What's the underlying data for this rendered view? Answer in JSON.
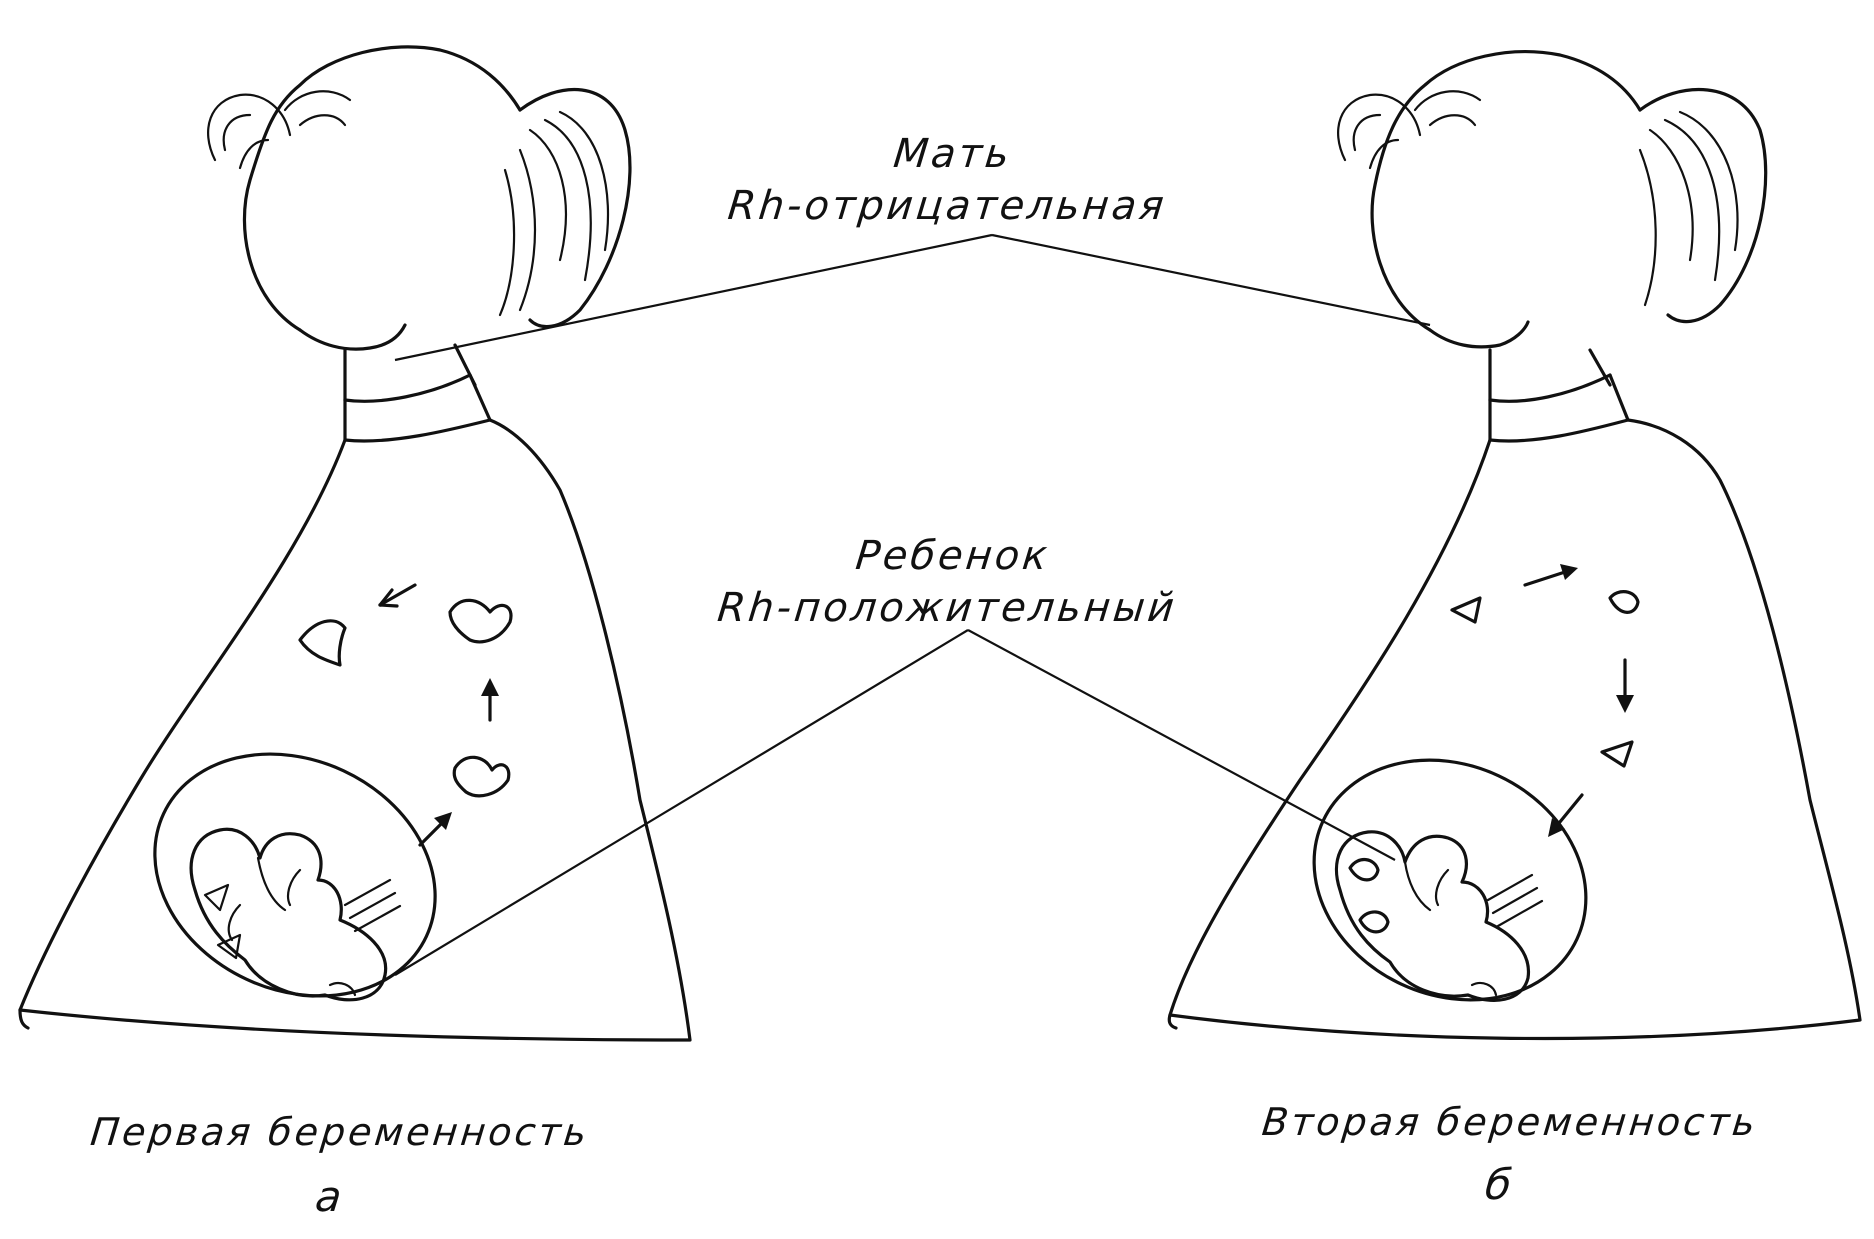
{
  "labels": {
    "mother_line1": "Мать",
    "mother_line2": "Rh-отрицательная",
    "child_line1": "Ребенок",
    "child_line2": "Rh-положительный",
    "first_pregnancy": "Первая беременность",
    "first_letter": "а",
    "second_pregnancy": "Вторая беременность",
    "second_letter": "б"
  }
}
